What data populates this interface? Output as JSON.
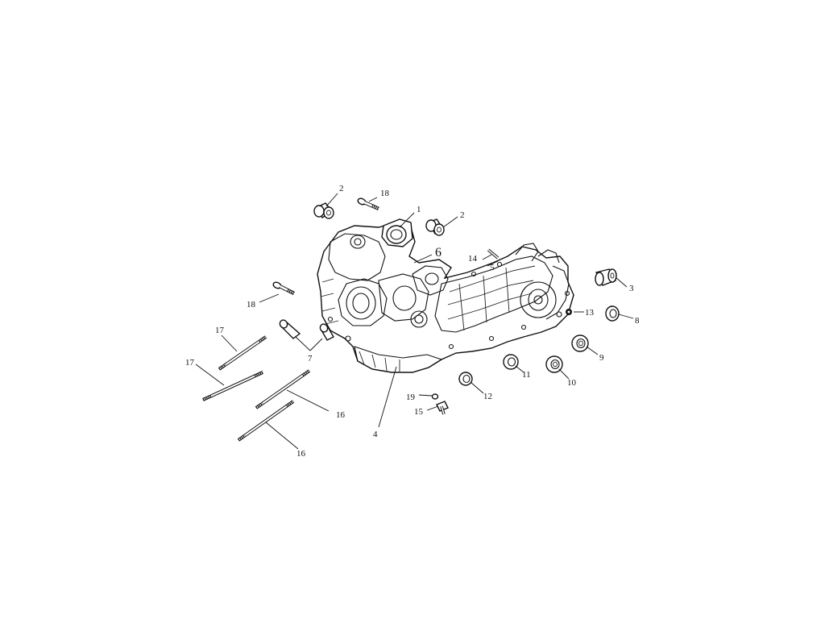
{
  "callouts": {
    "c1": "1",
    "c2a": "2",
    "c2b": "2",
    "c3": "3",
    "c4": "4",
    "c5": "5",
    "c6": "6",
    "c7": "7",
    "c8": "8",
    "c9": "9",
    "c10": "10",
    "c11": "11",
    "c12": "12",
    "c13": "13",
    "c14": "14",
    "c15": "15",
    "c16a": "16",
    "c16b": "16",
    "c17a": "17",
    "c17b": "17",
    "c18a": "18",
    "c18b": "18",
    "c19": "19"
  }
}
